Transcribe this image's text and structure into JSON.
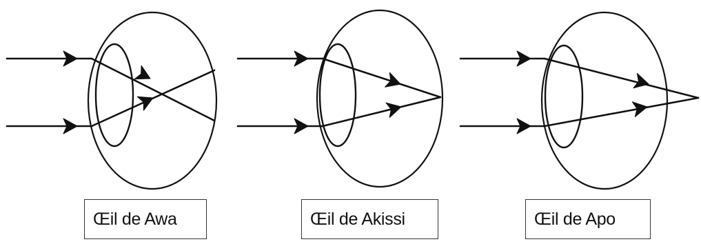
{
  "eyes": [
    {
      "label": "Œil de Awa"
    },
    {
      "label": "Œil de Akissi"
    },
    {
      "label": "Œil de Apo"
    }
  ]
}
